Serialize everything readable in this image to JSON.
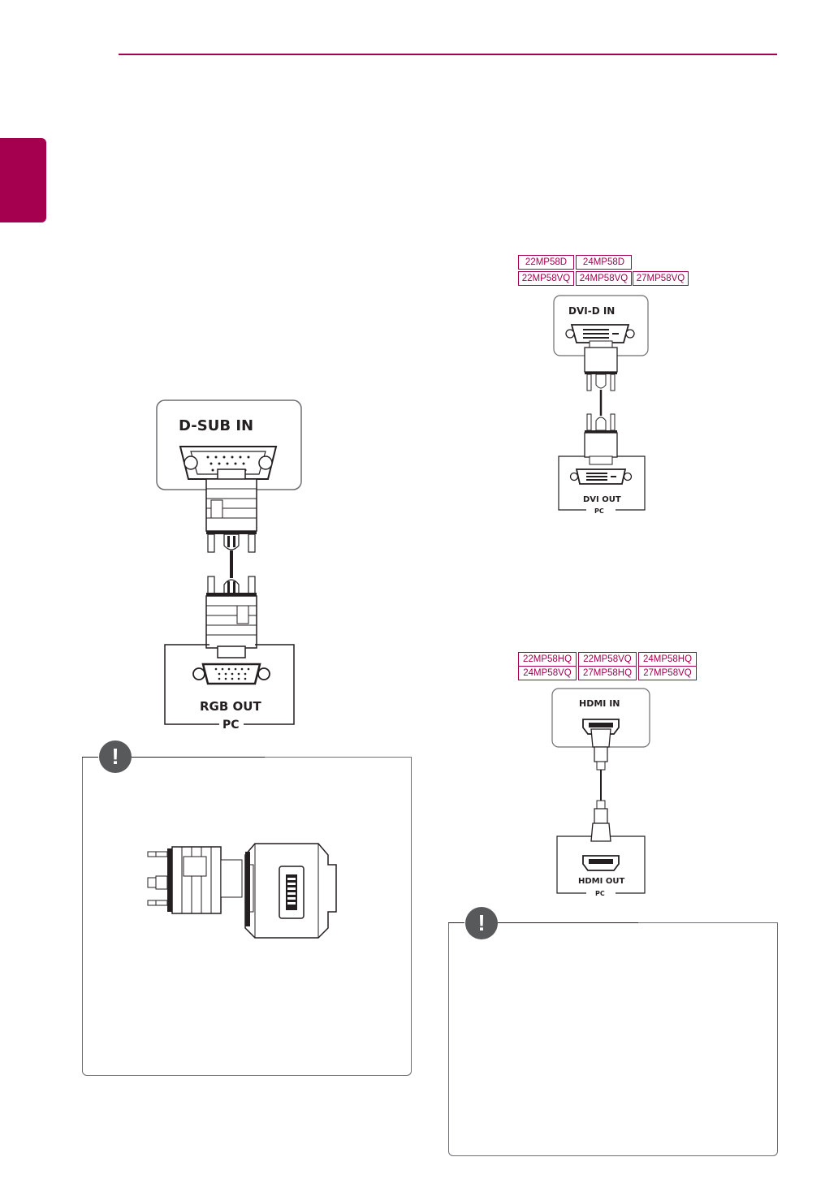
{
  "dsub": {
    "monitor_port": "D-SUB IN",
    "pc_port": "RGB OUT",
    "pc_label": "PC"
  },
  "dvi": {
    "models_row1": [
      "22MP58D",
      "24MP58D"
    ],
    "models_row2": [
      "22MP58VQ",
      "24MP58VQ",
      "27MP58VQ"
    ],
    "monitor_port": "DVI-D IN",
    "pc_port": "DVI OUT",
    "pc_label": "PC"
  },
  "hdmi": {
    "models_row1": [
      "22MP58HQ",
      "22MP58VQ",
      "24MP58HQ"
    ],
    "models_row2": [
      "24MP58VQ",
      "27MP58HQ",
      "27MP58VQ"
    ],
    "monitor_port": "HDMI IN",
    "pc_port": "HDMI OUT",
    "pc_label": "PC"
  },
  "notes": {
    "left_icon": "!",
    "right_icon": "!"
  },
  "colors": {
    "accent": "#a50050",
    "line": "#231f20",
    "note_icon": "#58595b"
  },
  "icons": [
    "dsub-cable-diagram",
    "dvi-cable-diagram",
    "hdmi-cable-diagram",
    "gender-adapter-icon",
    "note-icon"
  ]
}
